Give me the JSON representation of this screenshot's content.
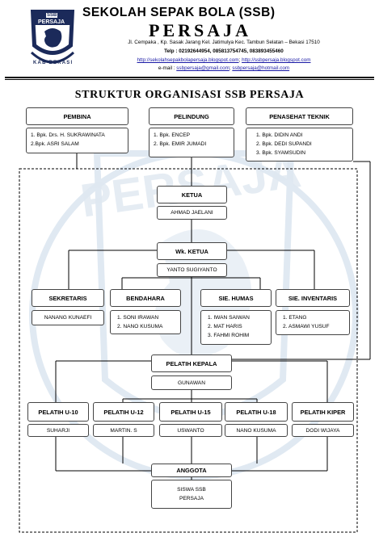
{
  "header": {
    "logo_text_top": "SSB",
    "logo_text_mid": "PERSAJA",
    "logo_text_bottom": "KAB BEKASI",
    "school_name": "SEKOLAH SEPAK BOLA (SSB)",
    "school_sub": "PERSAJA",
    "address": "Jl. Cempaka , Kp. Sasak Jarang Kel. Jatimulya Kec. Tambun Selatan – Bekasi 17510",
    "telp": "Telp : 02192644954, 085813754745, 083893455460",
    "web_link_1": "http://sekolahsepakbolapersaja.blogspot.com",
    "web_link_sep": "; ",
    "web_link_2": "http://ssbpersaja.blogspot.com",
    "email_label": "e-mail : ",
    "email_1": "ssbpersaja@gmail.com",
    "email_2": "ssbpersaja@hotmail.com"
  },
  "title": "STRUKTUR ORGANISASI SSB PERSAJA",
  "pembina": {
    "label": "PEMBINA",
    "items": [
      "1. Bpk. Drs. H. SUKRAWINATA",
      "2.Bpk. ASRI SALAM"
    ]
  },
  "pelindung": {
    "label": "PELINDUNG",
    "items": [
      "1.   Bpk. ENCEP",
      "2.   Bpk. EMIR JUMADI"
    ]
  },
  "penasehat": {
    "label": "PENASEHAT TEKNIK",
    "items": [
      "1.   Bpk. DIDIN ANDI",
      "2.   Bpk. DEDI SUPANDI",
      "3.   Bpk. SYAMSUDIN"
    ]
  },
  "ketua": {
    "label": "KETUA",
    "name": "AHMAD JAELANI"
  },
  "wakil": {
    "label": "Wk. KETUA",
    "name": "YANTO SUGIYANTO"
  },
  "sekretaris": {
    "label": "SEKRETARIS",
    "name": "NANANG KUNAEFI"
  },
  "bendahara": {
    "label": "BENDAHARA",
    "items": [
      "1.   SONI IRAWAN",
      "2.   NANO KUSUMA"
    ]
  },
  "humas": {
    "label": "SIE. HUMAS",
    "items": [
      "1.   IWAN SAIWAN",
      "2.   MAT HARIS",
      "3.   FAHMI ROHIM"
    ]
  },
  "inventaris": {
    "label": "SIE. INVENTARIS",
    "items": [
      "1.   ETANG",
      "2.   ASMAWI YUSUF"
    ]
  },
  "pelatih_kepala": {
    "label": "PELATIH KEPALA",
    "name": "GUNAWAN"
  },
  "pelatih": [
    {
      "label": "PELATIH U-10",
      "name": "SUHARJI"
    },
    {
      "label": "PELATIH U-12",
      "name": "MARTIN. S"
    },
    {
      "label": "PELATIH U-15",
      "name": "USWANTO"
    },
    {
      "label": "PELATIH U-18",
      "name": "NANO KUSUMA"
    },
    {
      "label": "PELATIH KIPER",
      "name": "DODI WIJAYA"
    }
  ],
  "anggota": {
    "label": "ANGGOTA",
    "name_line1": "SISWA SSB",
    "name_line2": "PERSAJA"
  },
  "colors": {
    "watermark": "#d6e2ee",
    "logo_navy": "#1b2a5a",
    "link_blue": "#1a1aa6"
  }
}
